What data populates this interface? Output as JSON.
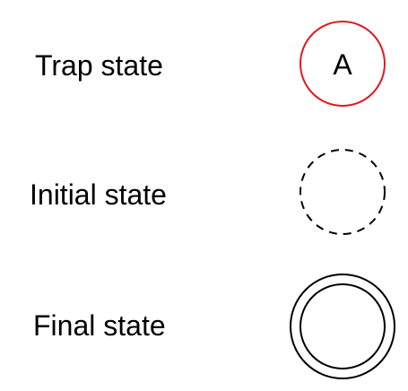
{
  "legend": {
    "items": [
      {
        "label": "Trap state",
        "symbol": "red-circle-state-icon",
        "symbol_text": "A",
        "stroke_color": "#e0191f"
      },
      {
        "label": "Initial state",
        "symbol": "dashed-circle-state-icon",
        "stroke_color": "#000000"
      },
      {
        "label": "Final state",
        "symbol": "double-circle-state-icon",
        "stroke_color": "#000000"
      }
    ]
  }
}
